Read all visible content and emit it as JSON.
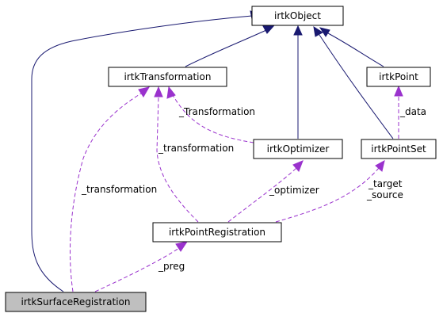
{
  "colors": {
    "node_fill": "#ffffff",
    "node_fill_highlight": "#bfbfbf",
    "inheritance_edge": "#191970",
    "usage_edge": "#9a32cd"
  },
  "nodes": {
    "object": "irtkObject",
    "transformation": "irtkTransformation",
    "point": "irtkPoint",
    "optimizer": "irtkOptimizer",
    "pointset": "irtkPointSet",
    "point_registration": "irtkPointRegistration",
    "surface_registration": "irtkSurfaceRegistration"
  },
  "highlighted_node": "irtkSurfaceRegistration",
  "edge_labels": {
    "transformation_from_optimizer": "_Transformation",
    "data": "_data",
    "transformation_from_point_registration": "_transformation",
    "transformation_from_surface_registration": "_transformation",
    "optimizer": "_optimizer",
    "target": "_target",
    "source": "_source",
    "preg": "_preg"
  }
}
